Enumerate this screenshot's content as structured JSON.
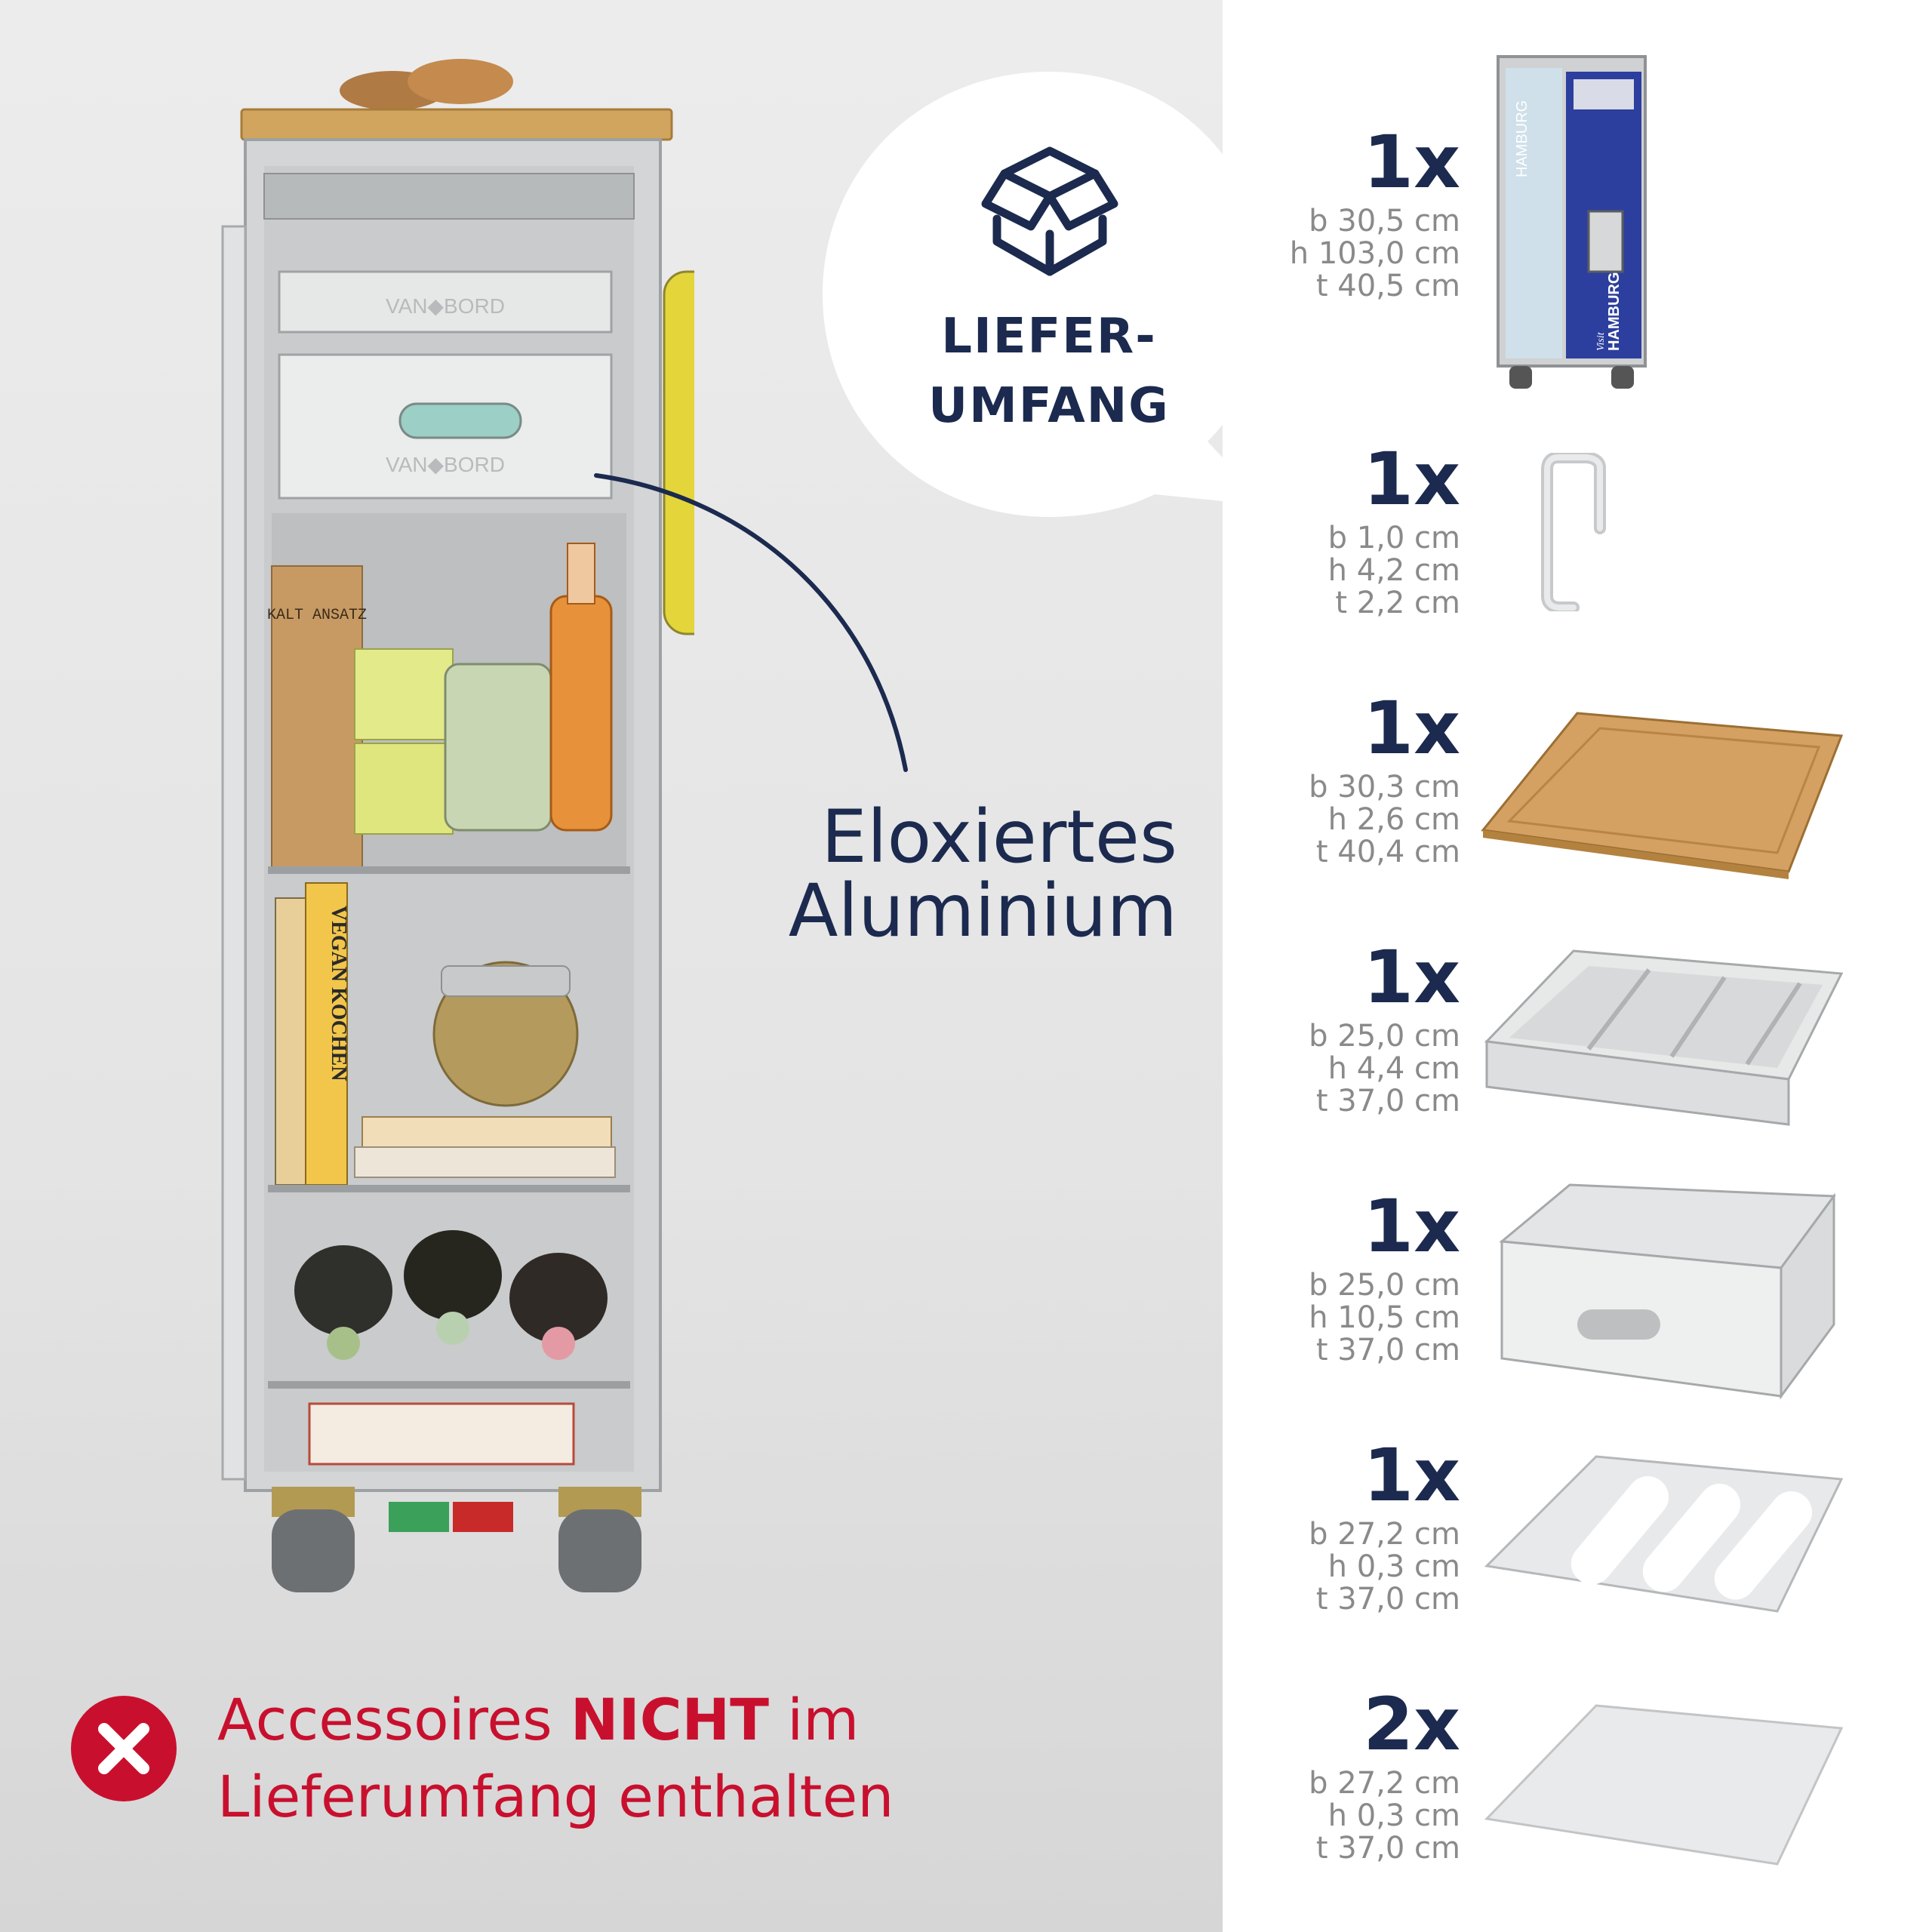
{
  "bubble": {
    "line1": "LIEFER-",
    "line2": "UMFANG"
  },
  "annotation": {
    "line1": "Eloxiertes",
    "line2": "Aluminium"
  },
  "not_included": {
    "part1": "Accessoires ",
    "part2": "NICHT",
    "part3": " im",
    "line2": "Lieferumfang enthalten"
  },
  "trolley_labels": {
    "brand1": "VAN◆BORD",
    "brand2": "VAN◆BORD",
    "book_vegan": "VEGAN KOCHEN",
    "bag_label": "KALT ANSATZ"
  },
  "items": [
    {
      "qty": "1x",
      "b": "b 30,5 cm",
      "h": "h 103,0 cm",
      "t": "t 40,5 cm",
      "icon": "trolley-image",
      "trolley_text1": "HAMBURG",
      "trolley_text2": "HAMBURG",
      "trolley_text3": "Visit"
    },
    {
      "qty": "1x",
      "b": "b 1,0 cm",
      "h": "h 4,2 cm",
      "t": "t 2,2 cm",
      "icon": "hook-image"
    },
    {
      "qty": "1x",
      "b": "b 30,3 cm",
      "h": "h 2,6 cm",
      "t": "t 40,4 cm",
      "icon": "cutting-board-image"
    },
    {
      "qty": "1x",
      "b": "b 25,0 cm",
      "h": "h 4,4 cm",
      "t": "t 37,0 cm",
      "icon": "cutlery-tray-image"
    },
    {
      "qty": "1x",
      "b": "b 25,0 cm",
      "h": "h 10,5 cm",
      "t": "t 37,0 cm",
      "icon": "drawer-box-image"
    },
    {
      "qty": "1x",
      "b": "b 27,2 cm",
      "h": "h 0,3 cm",
      "t": "t 37,0 cm",
      "icon": "slotted-plate-image"
    },
    {
      "qty": "2x",
      "b": "b 27,2 cm",
      "h": "h 0,3 cm",
      "t": "t 37,0 cm",
      "icon": "flat-plate-image"
    }
  ],
  "colors": {
    "navy": "#1b2a4e",
    "red": "#c8102e",
    "gray_text": "#8a8a8a"
  }
}
